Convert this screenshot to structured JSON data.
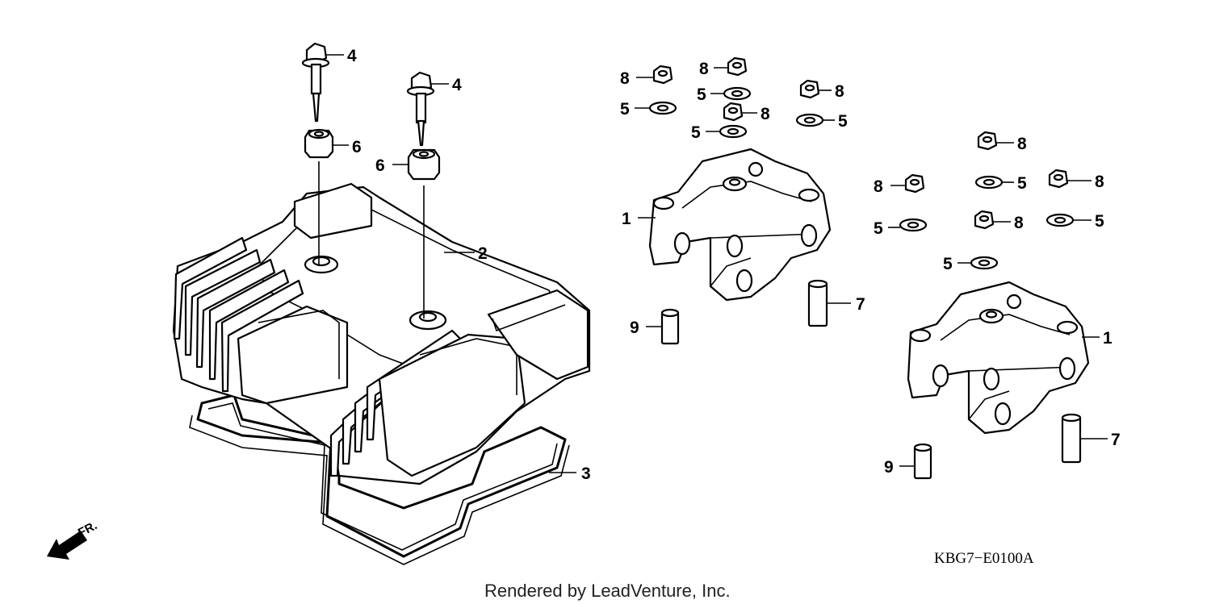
{
  "diagram": {
    "code": "KBG7−E0100A",
    "credit": "Rendered by LeadVenture, Inc.",
    "front_marker": "FR."
  },
  "labels": {
    "cover_bolt_a": "4",
    "cover_bolt_b": "4",
    "grommet_a": "6",
    "grommet_b": "6",
    "head_cover": "2",
    "gasket": "3",
    "holder_left": "1",
    "holder_right": "1",
    "dowel_left": "7",
    "dowel_right": "7",
    "collar_left": "9",
    "collar_right": "9",
    "nut_l1": "8",
    "nut_l2": "8",
    "nut_l3": "8",
    "nut_l4": "8",
    "washer_l1": "5",
    "washer_l2": "5",
    "washer_l3": "5",
    "washer_l4": "5",
    "nut_r1": "8",
    "nut_r2": "8",
    "nut_r3": "8",
    "nut_r4": "8",
    "washer_r1": "5",
    "washer_r2": "5",
    "washer_r3": "5",
    "washer_r4": "5"
  }
}
